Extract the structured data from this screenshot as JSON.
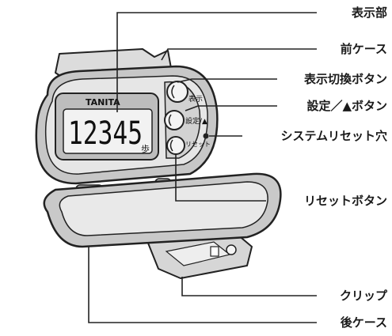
{
  "device": {
    "brand": "TANITA",
    "display_value": "12345",
    "display_unit": "歩",
    "buttons": {
      "display": "表示",
      "setting": "設定/▲",
      "reset": "リセット"
    }
  },
  "callouts": [
    {
      "id": "display",
      "text": "表示部"
    },
    {
      "id": "front-case",
      "text": "前ケース"
    },
    {
      "id": "display-switch-button",
      "text": "表示切換ボタン"
    },
    {
      "id": "setting-button",
      "text": "設定／▲ボタン"
    },
    {
      "id": "system-reset-hole",
      "text": "システムリセット穴"
    },
    {
      "id": "reset-button",
      "text": "リセットボタン"
    },
    {
      "id": "clip",
      "text": "クリップ"
    },
    {
      "id": "back-case",
      "text": "後ケース"
    }
  ]
}
